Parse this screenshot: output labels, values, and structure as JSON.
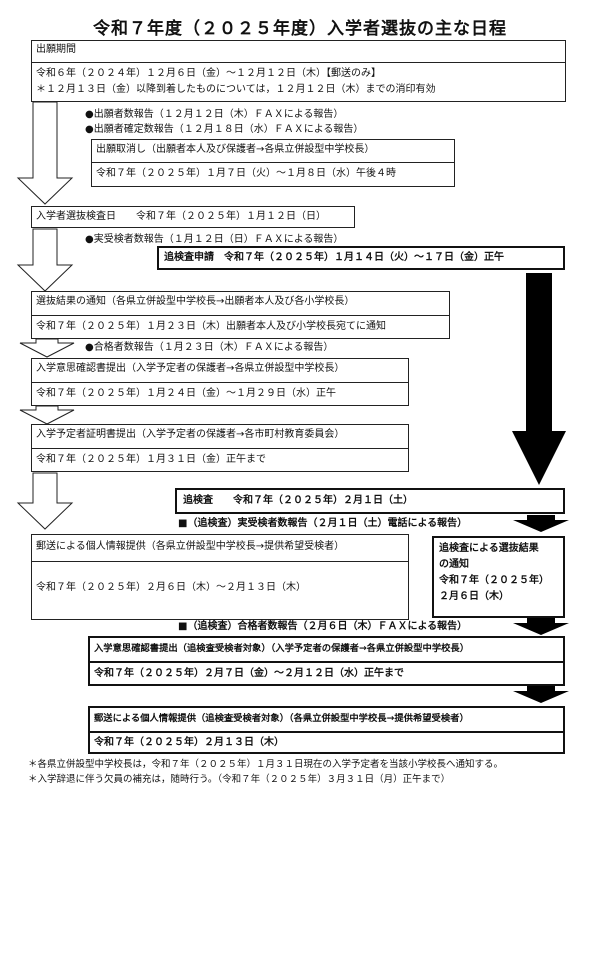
{
  "title": "令和７年度（２０２５年度）入学者選抜の主な日程",
  "application": {
    "heading": "出願期間",
    "line1": "令和６年（２０２４年）１２月６日（金）～１２月１２日（木）【郵送のみ】",
    "line2": "＊１２月１３日（金）以降到着したものについては，１２月１２日（木）までの消印有効"
  },
  "report1": "●出願者数報告（１２月１２日（木）ＦＡＸによる報告）",
  "report2": "●出願者確定数報告（１２月１８日（水）ＦＡＸによる報告）",
  "withdraw": {
    "heading": "出願取消し（出願者本人及び保護者→各県立併設型中学校長）",
    "date": "令和７年（２０２５年）１月７日（火）～１月８日（水）午後４時"
  },
  "exam_day": "入学者選抜検査日　　令和７年（２０２５年）１月１２日（日）",
  "report3": "●実受検者数報告（１月１２日（日）ＦＡＸによる報告）",
  "re_exam_apply": "追検査申請　令和７年（２０２５年）１月１４日（火）～１７日（金）正午",
  "result_notice": {
    "heading": "選抜結果の通知（各県立併設型中学校長→出願者本人及び各小学校長）",
    "date": "令和７年（２０２５年）１月２３日（木）出願者本人及び小学校長宛てに通知"
  },
  "report4": "●合格者数報告（１月２３日（木）ＦＡＸによる報告）",
  "intent": {
    "heading": "入学意思確認書提出（入学予定者の保護者→各県立併設型中学校長）",
    "date": "令和７年（２０２５年）１月２４日（金）～１月２９日（水）正午"
  },
  "certificate": {
    "heading": "入学予定者証明書提出（入学予定者の保護者→各市町村教育委員会）",
    "date": "令和７年（２０２５年）１月３１日（金）正午まで"
  },
  "re_exam": "追検査　　令和７年（２０２５年）２月１日（土）",
  "report5": "■（追検査）実受検者数報告（２月１日（土）電話による報告）",
  "personal_info": {
    "heading": "郵送による個人情報提供（各県立併設型中学校長→提供希望受検者）",
    "date": "令和７年（２０２５年）２月６日（木）～２月１３日（木）"
  },
  "re_result": {
    "line1": "追検査による選抜結果",
    "line2": "の通知",
    "line3": "令和７年（２０２５年）",
    "line4": "２月６日（木）"
  },
  "report6": "■（追検査）合格者数報告（２月６日（木）ＦＡＸによる報告）",
  "re_intent": {
    "heading": "入学意思確認書提出（追検査受検者対象）（入学予定者の保護者→各県立併設型中学校長）",
    "date": "令和７年（２０２５年）２月７日（金）～２月１２日（水）正午まで"
  },
  "re_personal": {
    "heading": "郵送による個人情報提供（追検査受検者対象）（各県立併設型中学校長→提供希望受検者）",
    "date": "令和７年（２０２５年）２月１３日（木）"
  },
  "footnote1": "＊各県立併設型中学校長は，令和７年（２０２５年）１月３１日現在の入学予定者を当該小学校長へ通知する。",
  "footnote2": "＊入学辞退に伴う欠員の補充は，随時行う。（令和７年（２０２５年）３月３１日（月）正午まで）"
}
